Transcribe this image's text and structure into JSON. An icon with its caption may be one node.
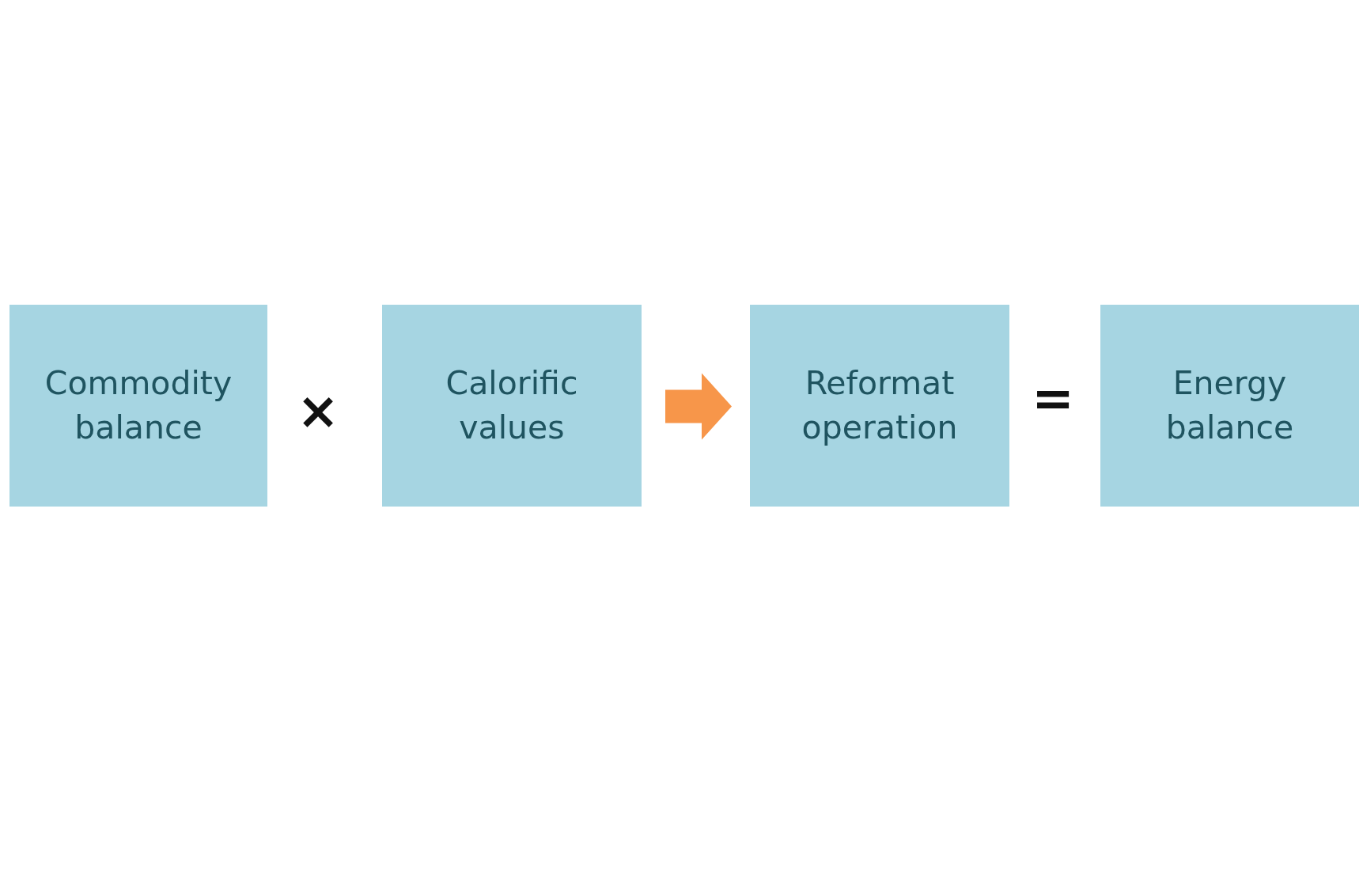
{
  "diagram": {
    "nodes": [
      {
        "text": [
          "Commodity balance"
        ]
      },
      {
        "text": [
          "Calorific values"
        ]
      },
      {
        "text": [
          "Reformat operation"
        ]
      },
      {
        "text": [
          "Energy balance"
        ]
      }
    ],
    "edges": [
      {
        "from": 1,
        "to": 2,
        "arrow": "to"
      }
    ],
    "labels": [
      "×",
      "="
    ]
  }
}
